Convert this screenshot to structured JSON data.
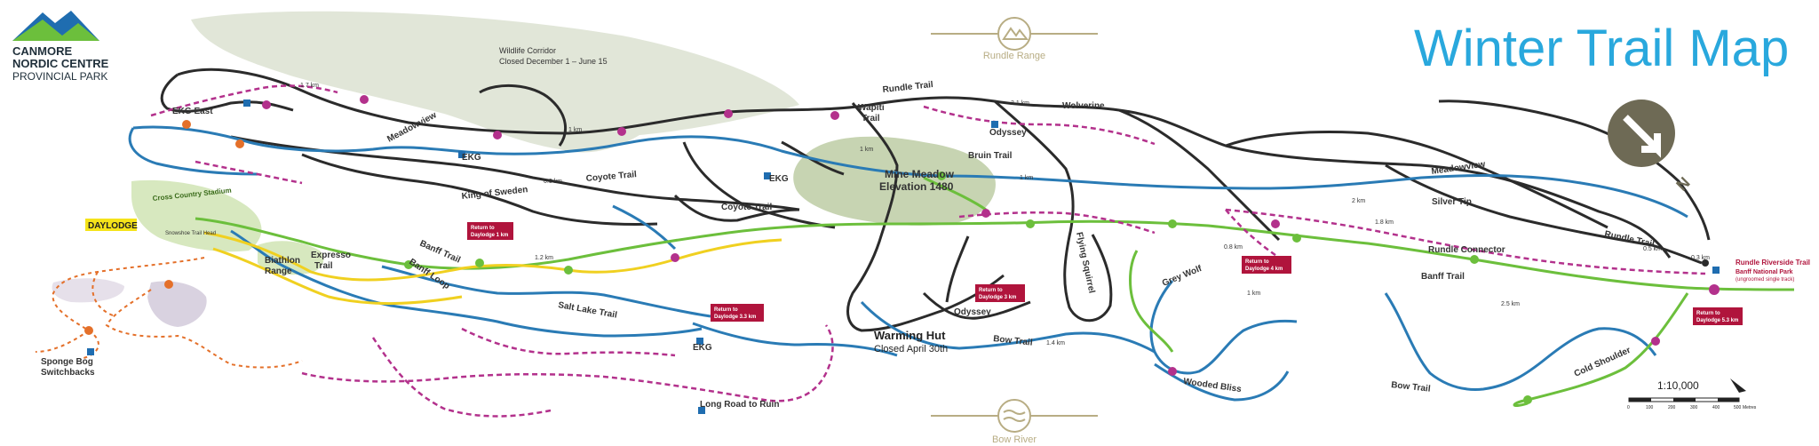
{
  "header": {
    "park_name_line1": "CANMORE",
    "park_name_line2": "NORDIC CENTRE",
    "park_name_line3": "PROVINCIAL PARK",
    "map_title": "Winter Trail Map"
  },
  "landmarks": {
    "wildlife_title": "Wildlife Corridor",
    "wildlife_sub": "Closed December 1 – June 15",
    "rundle_range": "Rundle Range",
    "bow_river": "Bow River",
    "mine_meadow": "Mine Meadow",
    "mine_meadow_elev": "Elevation 1480",
    "warming_hut": "Warming Hut",
    "warming_hut_sub": "Closed April 30th",
    "daylodge": "DAYLODGE",
    "stadium": "Cross Country Stadium",
    "snowshoe": "Snowshoe Trail Head",
    "biathlon": "Biathlon",
    "biathlon2": "Range",
    "sponge1": "Sponge Bog",
    "sponge2": "Switchbacks"
  },
  "trails": {
    "ekg_east": "EKG East",
    "meadowview": "Meadowview",
    "meadowview_east": "Meadowview",
    "ekg1": "EKG",
    "ekg2": "EKG",
    "ekg3": "EKG",
    "king_of_sweden": "King of Sweden",
    "coyote1": "Coyote Trail",
    "coyote2": "Coyote Trail",
    "rundle": "Rundle Trail",
    "rundle_east": "Rundle Trail",
    "wapiti1": "Wapiti",
    "wapiti2": "Trail",
    "wolverine": "Wolverine",
    "odyssey1": "Odyssey",
    "odyssey2": "Odyssey",
    "bruin": "Bruin Trail",
    "silver_tip": "Silver Tip",
    "rundle_connector": "Rundle Connector",
    "banff1": "Banff Trail",
    "banff2": "Banff Trail",
    "banff_loop": "Banff Loop",
    "expresso1": "Expresso",
    "expresso2": "Trail",
    "salt_lake": "Salt Lake Trail",
    "grey_wolf": "Grey Wolf",
    "flying_squirrel": "Flying Squirrel",
    "bow_trail1": "Bow Trail",
    "bow_trail2": "Bow Trail",
    "wooded_bliss": "Wooded Bliss",
    "cold_shoulder": "Cold Shoulder",
    "long_road": "Long Road to Ruin",
    "rundle_riverside1": "Rundle Riverside Trail",
    "rundle_riverside2": "Banff National Park",
    "rundle_riverside3": "(ungroomed single track)"
  },
  "distances": {
    "d1": "1.7 km",
    "d2": "1 km",
    "d3": "0.9 km",
    "d4": "1 km",
    "d5": "3.1 km",
    "d6": "1 km",
    "d7": "2 km",
    "d8": "1.8 km",
    "d9": "0.5 km",
    "d10": "0.3 km",
    "d11": "1.2 km",
    "d12": "0.8 km",
    "d13": "1 km",
    "d14": "1.4 km",
    "d15": "2.5 km"
  },
  "returns": {
    "r1a": "Return to",
    "r1b": "Daylodge 1 km",
    "r2a": "Return to",
    "r2b": "Daylodge 3.3 km",
    "r3a": "Return to",
    "r3b": "Daylodge 3 km",
    "r4a": "Return to",
    "r4b": "Daylodge 4 km",
    "r5a": "Return to",
    "r5b": "Daylodge 5.3 km"
  },
  "scale": {
    "ratio": "1:10,000",
    "t0": "0",
    "t1": "100",
    "t2": "200",
    "t3": "300",
    "t4": "400",
    "t5": "500",
    "unit": "Metres"
  },
  "compass": {
    "north": "N"
  },
  "colors": {
    "black_trail": "#2b2b2b",
    "blue_trail": "#2a7bb5",
    "green_trail": "#6cbf3c",
    "yellow_trail": "#f0d020",
    "magenta_trail": "#b3318c",
    "orange_trail": "#e4702a",
    "title_blue": "#29a8dd",
    "return_red": "#b0143c",
    "corridor": "#e1e6d8",
    "meadow": "#c7d4b2"
  }
}
